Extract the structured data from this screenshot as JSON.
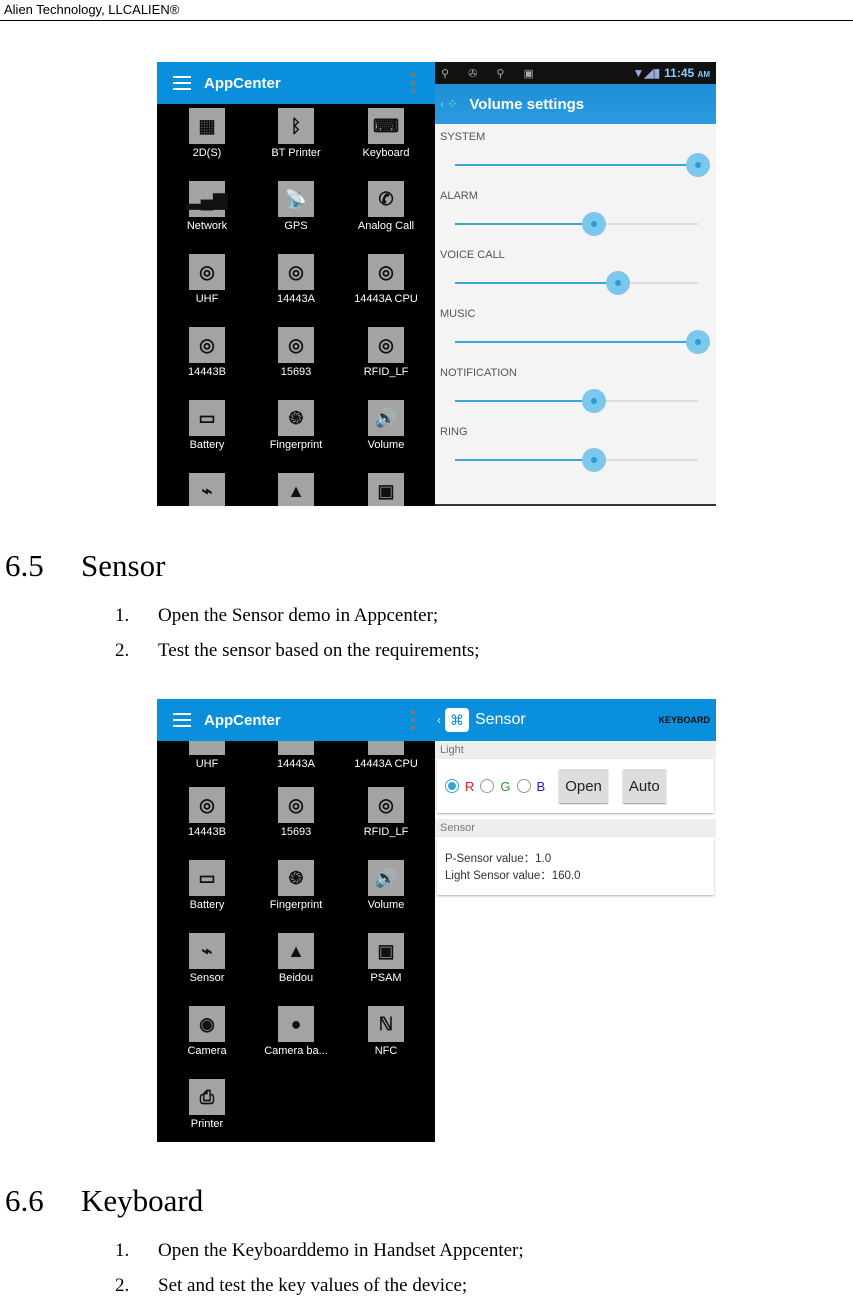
{
  "header": {
    "company": "Alien Technology, LLCALIEN®"
  },
  "figure1": {
    "appcenter": {
      "title": "AppCenter",
      "apps": [
        {
          "label": "2D(S)",
          "icon": "qr-code-icon",
          "glyph": "▦"
        },
        {
          "label": "BT Printer",
          "icon": "bluetooth-icon",
          "glyph": "ᛒ"
        },
        {
          "label": "Keyboard",
          "icon": "keyboard-icon",
          "glyph": "⌨"
        },
        {
          "label": "Network",
          "icon": "signal-bars-icon",
          "glyph": "▂▄▆"
        },
        {
          "label": "GPS",
          "icon": "satellite-dish-icon",
          "glyph": "📡"
        },
        {
          "label": "Analog Call",
          "icon": "phone-call-icon",
          "glyph": "✆"
        },
        {
          "label": "UHF",
          "icon": "rfid-icon",
          "glyph": "◎"
        },
        {
          "label": "14443A",
          "icon": "rfid-icon",
          "glyph": "◎"
        },
        {
          "label": "14443A CPU",
          "icon": "rfid-icon",
          "glyph": "◎"
        },
        {
          "label": "14443B",
          "icon": "rfid-icon",
          "glyph": "◎"
        },
        {
          "label": "15693",
          "icon": "rfid-icon",
          "glyph": "◎"
        },
        {
          "label": "RFID_LF",
          "icon": "rfid-icon",
          "glyph": "◎"
        },
        {
          "label": "Battery",
          "icon": "battery-icon",
          "glyph": "▭"
        },
        {
          "label": "Fingerprint",
          "icon": "fingerprint-icon",
          "glyph": "֍"
        },
        {
          "label": "Volume",
          "icon": "speaker-icon",
          "glyph": "🔊"
        }
      ],
      "partial_icons": [
        {
          "icon": "sensor-icon",
          "glyph": "⌁"
        },
        {
          "icon": "navigation-arrow-icon",
          "glyph": "▲"
        },
        {
          "icon": "sim-chip-icon",
          "glyph": "▣"
        }
      ]
    },
    "volume_settings": {
      "status_time": "11:45",
      "status_ampm": "AM",
      "status_left": "⚲ ✇ ⚲ ▣",
      "status_right_icons": "▼◢▮",
      "title": "Volume settings",
      "back_glyph": "‹ ⁘",
      "sliders": [
        {
          "label": "SYSTEM",
          "percent": 100
        },
        {
          "label": "ALARM",
          "percent": 57
        },
        {
          "label": "VOICE CALL",
          "percent": 67
        },
        {
          "label": "MUSIC",
          "percent": 100
        },
        {
          "label": "NOTIFICATION",
          "percent": 57
        },
        {
          "label": "RING",
          "percent": 57
        }
      ]
    }
  },
  "section_6_5": {
    "number": "6.5",
    "title": "Sensor",
    "steps": [
      {
        "n": "1.",
        "text": "Open the Sensor demo in Appcenter;"
      },
      {
        "n": "2.",
        "text": "Test the sensor based on the requirements;"
      }
    ]
  },
  "figure2": {
    "appcenter": {
      "title": "AppCenter",
      "partial_labels": [
        "UHF",
        "14443A",
        "14443A CPU"
      ],
      "apps": [
        {
          "label": "14443B",
          "icon": "rfid-icon",
          "glyph": "◎"
        },
        {
          "label": "15693",
          "icon": "rfid-icon",
          "glyph": "◎"
        },
        {
          "label": "RFID_LF",
          "icon": "rfid-icon",
          "glyph": "◎"
        },
        {
          "label": "Battery",
          "icon": "battery-icon",
          "glyph": "▭"
        },
        {
          "label": "Fingerprint",
          "icon": "fingerprint-icon",
          "glyph": "֍"
        },
        {
          "label": "Volume",
          "icon": "speaker-icon",
          "glyph": "🔊"
        },
        {
          "label": "Sensor",
          "icon": "sensor-icon",
          "glyph": "⌁"
        },
        {
          "label": "Beidou",
          "icon": "navigation-arrow-icon",
          "glyph": "▲"
        },
        {
          "label": "PSAM",
          "icon": "sim-chip-icon",
          "glyph": "▣"
        },
        {
          "label": "Camera",
          "icon": "camera-icon",
          "glyph": "◉"
        },
        {
          "label": "Camera ba...",
          "icon": "camera-barcode-icon",
          "glyph": "●"
        },
        {
          "label": "NFC",
          "icon": "nfc-icon",
          "glyph": "ℕ"
        },
        {
          "label": "Printer",
          "icon": "printer-icon",
          "glyph": "⎙"
        }
      ]
    },
    "sensor_app": {
      "back_glyph": "‹",
      "logo_glyph": "⌘",
      "title": "Sensor",
      "action": "KEYBOARD",
      "light_section": "Light",
      "radios": [
        {
          "label": "R",
          "color": "#e02020",
          "checked": true
        },
        {
          "label": "G",
          "color": "#2a9a2a",
          "checked": false
        },
        {
          "label": "B",
          "color": "#2020d0",
          "checked": false
        }
      ],
      "open_button": "Open",
      "auto_button": "Auto",
      "sensor_section": "Sensor",
      "p_sensor": "P-Sensor value：1.0",
      "light_sensor": "Light Sensor value：160.0"
    }
  },
  "section_6_6": {
    "number": "6.6",
    "title": "Keyboard",
    "steps": [
      {
        "n": "1.",
        "text": "Open the Keyboarddemo in Handset Appcenter;"
      },
      {
        "n": "2.",
        "text": "Set and test the key values of the device;"
      }
    ]
  }
}
